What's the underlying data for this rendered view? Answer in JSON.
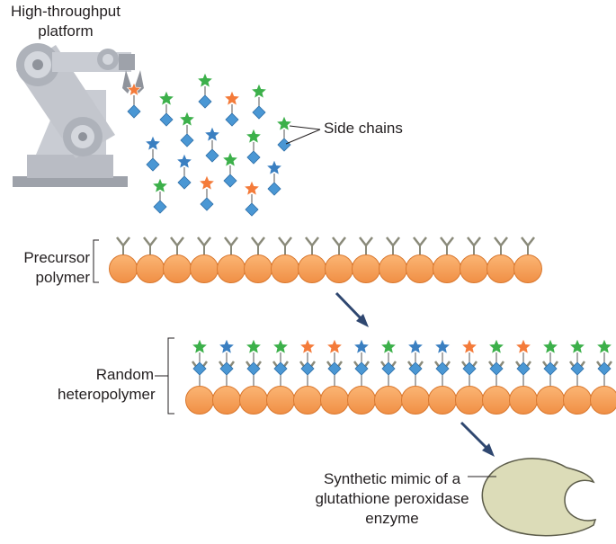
{
  "labels": {
    "platform": "High-throughput platform",
    "side_chains": "Side chains",
    "precursor": "Precursor polymer",
    "random": "Random heteropolymer",
    "mimic": "Synthetic mimic of a glutathione peroxidase enzyme"
  },
  "legend_colors": {
    "green_star": "#3cb04a",
    "blue_star": "#3a7fc1",
    "orange_star": "#f47b3a",
    "diamond": "#4a97d4",
    "monomer_bead": "#f7a15a",
    "linker": "#8a8a7a",
    "enzyme": "#dcdcb8",
    "robot": "#b9bcc4",
    "arrow": "#2f4770"
  },
  "random_sequence": [
    "green",
    "blue",
    "green",
    "green",
    "orange",
    "orange",
    "blue",
    "green",
    "blue",
    "blue",
    "orange",
    "green",
    "orange",
    "green",
    "green",
    "green"
  ]
}
